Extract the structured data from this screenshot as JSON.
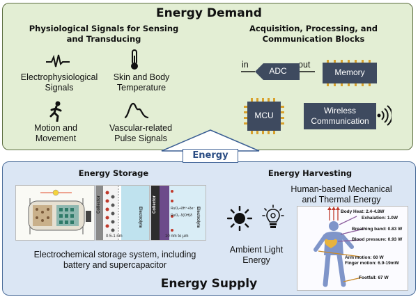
{
  "demand": {
    "title": "Energy Demand",
    "physio": {
      "title_line1": "Physiological Signals for Sensing",
      "title_line2": "and Transducing",
      "electro": [
        "Electrophysiological",
        "Signals"
      ],
      "skin": [
        "Skin and Body",
        "Temperature"
      ],
      "motion": [
        "Motion and",
        "Movement"
      ],
      "vascular": [
        "Vascular-related",
        "Pulse Signals"
      ]
    },
    "acq": {
      "title_line1": "Acquisition, Processing, and",
      "title_line2": "Communication Blocks",
      "in_label": "in",
      "out_label": "out",
      "adc": "ADC",
      "memory": "Memory",
      "mcu": "MCU",
      "wireless": [
        "Wireless",
        "Communication"
      ]
    }
  },
  "energy_label": "Energy",
  "supply": {
    "title": "Energy Supply",
    "storage": {
      "title": "Energy Storage",
      "caption": [
        "Electrochemical storage system, including",
        "battery and supercapacitor"
      ],
      "collector": "Collector",
      "electrolyte": "Electrolyte",
      "dim1": "0.5-1 nm",
      "dim2": "10 nm to μm",
      "reaction1": "RuOₓ+δH⁺+δe⁻",
      "reaction2": "RuOₓ₋δ(OH)δ"
    },
    "harvesting": {
      "title": "Energy Harvesting",
      "human": [
        "Human-based Mechanical",
        "and Thermal Energy"
      ],
      "ambient": [
        "Ambient Light",
        "Energy"
      ],
      "body": {
        "body_heat": "Body Heat: 2.4-4.8W",
        "exhalation": "Exhalation: 1.0W",
        "breathing": "Breathing band: 0.83 W",
        "blood": "Blood pressure: 0.93 W",
        "arm": "Arm motion: 60 W",
        "finger": "Finger motion: 6.9-19mW",
        "footfall": "Footfall: 67 W"
      }
    }
  },
  "colors": {
    "demand_bg": "#e3eed4",
    "supply_bg": "#dbe6f4",
    "chip": "#3e4a5f",
    "energy_text": "#2b4d84"
  }
}
